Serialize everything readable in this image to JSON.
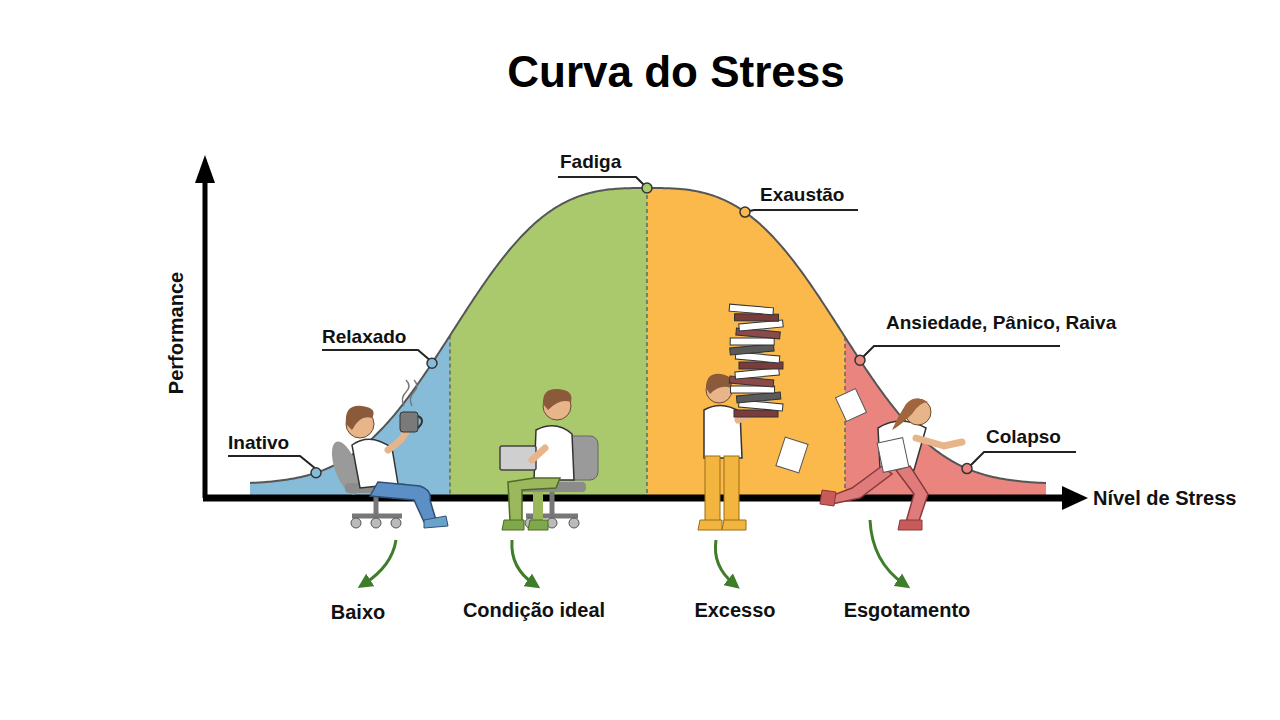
{
  "diagram": {
    "title": "Curva do Stress",
    "labels": [
      "Inativo",
      "Relaxado",
      "Fadiga",
      "Exaustão",
      "Ansiedade, Pânico, Raiva",
      "Colapso",
      "Performance",
      "Nível de Stress",
      "Baixo",
      "Condição ideal",
      "Excesso",
      "Esgotamento"
    ]
  }
}
